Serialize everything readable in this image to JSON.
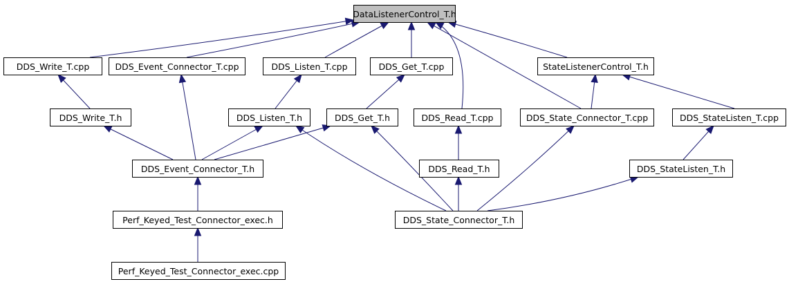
{
  "colors": {
    "edge": "#191970",
    "node_border": "#000000",
    "node_fill": "#ffffff",
    "root_fill": "#bfbfbf"
  },
  "nodes": [
    {
      "id": "root",
      "label": "DataListenerControl_T.h",
      "highlight": true
    },
    {
      "id": "write_cpp",
      "label": "DDS_Write_T.cpp"
    },
    {
      "id": "event_connector_cpp",
      "label": "DDS_Event_Connector_T.cpp"
    },
    {
      "id": "listen_cpp",
      "label": "DDS_Listen_T.cpp"
    },
    {
      "id": "get_cpp",
      "label": "DDS_Get_T.cpp"
    },
    {
      "id": "state_listener_control_h",
      "label": "StateListenerControl_T.h"
    },
    {
      "id": "write_h",
      "label": "DDS_Write_T.h"
    },
    {
      "id": "listen_h",
      "label": "DDS_Listen_T.h"
    },
    {
      "id": "get_h",
      "label": "DDS_Get_T.h"
    },
    {
      "id": "read_cpp",
      "label": "DDS_Read_T.cpp"
    },
    {
      "id": "state_connector_cpp",
      "label": "DDS_State_Connector_T.cpp"
    },
    {
      "id": "state_listen_cpp",
      "label": "DDS_StateListen_T.cpp"
    },
    {
      "id": "event_connector_h",
      "label": "DDS_Event_Connector_T.h"
    },
    {
      "id": "read_h",
      "label": "DDS_Read_T.h"
    },
    {
      "id": "state_listen_h",
      "label": "DDS_StateListen_T.h"
    },
    {
      "id": "perf_keyed_h",
      "label": "Perf_Keyed_Test_Connector_exec.h"
    },
    {
      "id": "state_connector_h",
      "label": "DDS_State_Connector_T.h"
    },
    {
      "id": "perf_keyed_cpp",
      "label": "Perf_Keyed_Test_Connector_exec.cpp"
    }
  ],
  "edges": [
    {
      "from": "write_cpp",
      "to": "root"
    },
    {
      "from": "event_connector_cpp",
      "to": "root"
    },
    {
      "from": "listen_cpp",
      "to": "root"
    },
    {
      "from": "get_cpp",
      "to": "root"
    },
    {
      "from": "read_cpp",
      "to": "root"
    },
    {
      "from": "state_connector_cpp",
      "to": "root"
    },
    {
      "from": "state_listener_control_h",
      "to": "root"
    },
    {
      "from": "write_h",
      "to": "write_cpp"
    },
    {
      "from": "event_connector_h",
      "to": "event_connector_cpp"
    },
    {
      "from": "listen_h",
      "to": "listen_cpp"
    },
    {
      "from": "get_h",
      "to": "get_cpp"
    },
    {
      "from": "state_connector_cpp",
      "to": "state_listener_control_h"
    },
    {
      "from": "state_listen_cpp",
      "to": "state_listener_control_h"
    },
    {
      "from": "event_connector_h",
      "to": "write_h"
    },
    {
      "from": "event_connector_h",
      "to": "listen_h"
    },
    {
      "from": "event_connector_h",
      "to": "get_h"
    },
    {
      "from": "state_connector_h",
      "to": "listen_h"
    },
    {
      "from": "state_connector_h",
      "to": "get_h"
    },
    {
      "from": "read_h",
      "to": "read_cpp"
    },
    {
      "from": "state_connector_h",
      "to": "state_connector_cpp"
    },
    {
      "from": "state_listen_h",
      "to": "state_listen_cpp"
    },
    {
      "from": "perf_keyed_h",
      "to": "event_connector_h"
    },
    {
      "from": "state_connector_h",
      "to": "read_h"
    },
    {
      "from": "state_connector_h",
      "to": "state_listen_h"
    },
    {
      "from": "perf_keyed_cpp",
      "to": "perf_keyed_h"
    }
  ]
}
